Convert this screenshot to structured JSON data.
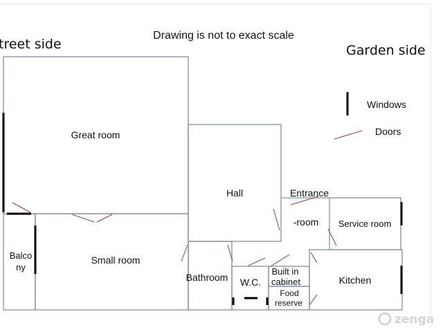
{
  "header": {
    "scale_note": "Drawing is not to exact scale",
    "street_side": "treet side",
    "garden_side": "Garden side"
  },
  "legend": {
    "windows_label": "Windows",
    "doors_label": "Doors"
  },
  "rooms": {
    "great_room": "Great room",
    "hall": "Hall",
    "entrance_line1": "Entrance",
    "entrance_line2": "-room",
    "service_room": "Service room",
    "balcony_line1": "Balco",
    "balcony_line2": "ny",
    "small_room": "Small room",
    "bathroom": "Bathroom",
    "wc": "W.C.",
    "cabinet_line1": "Built in",
    "cabinet_line2": "cabinet",
    "food_line1": "Food",
    "food_line2": "reserve",
    "kitchen": "Kitchen"
  },
  "watermark": {
    "text": "zenga"
  },
  "colors": {
    "wall": "#7f8fa6",
    "window": "#000000",
    "door": "#8a3a52",
    "watermark": "#d4d4d4"
  }
}
